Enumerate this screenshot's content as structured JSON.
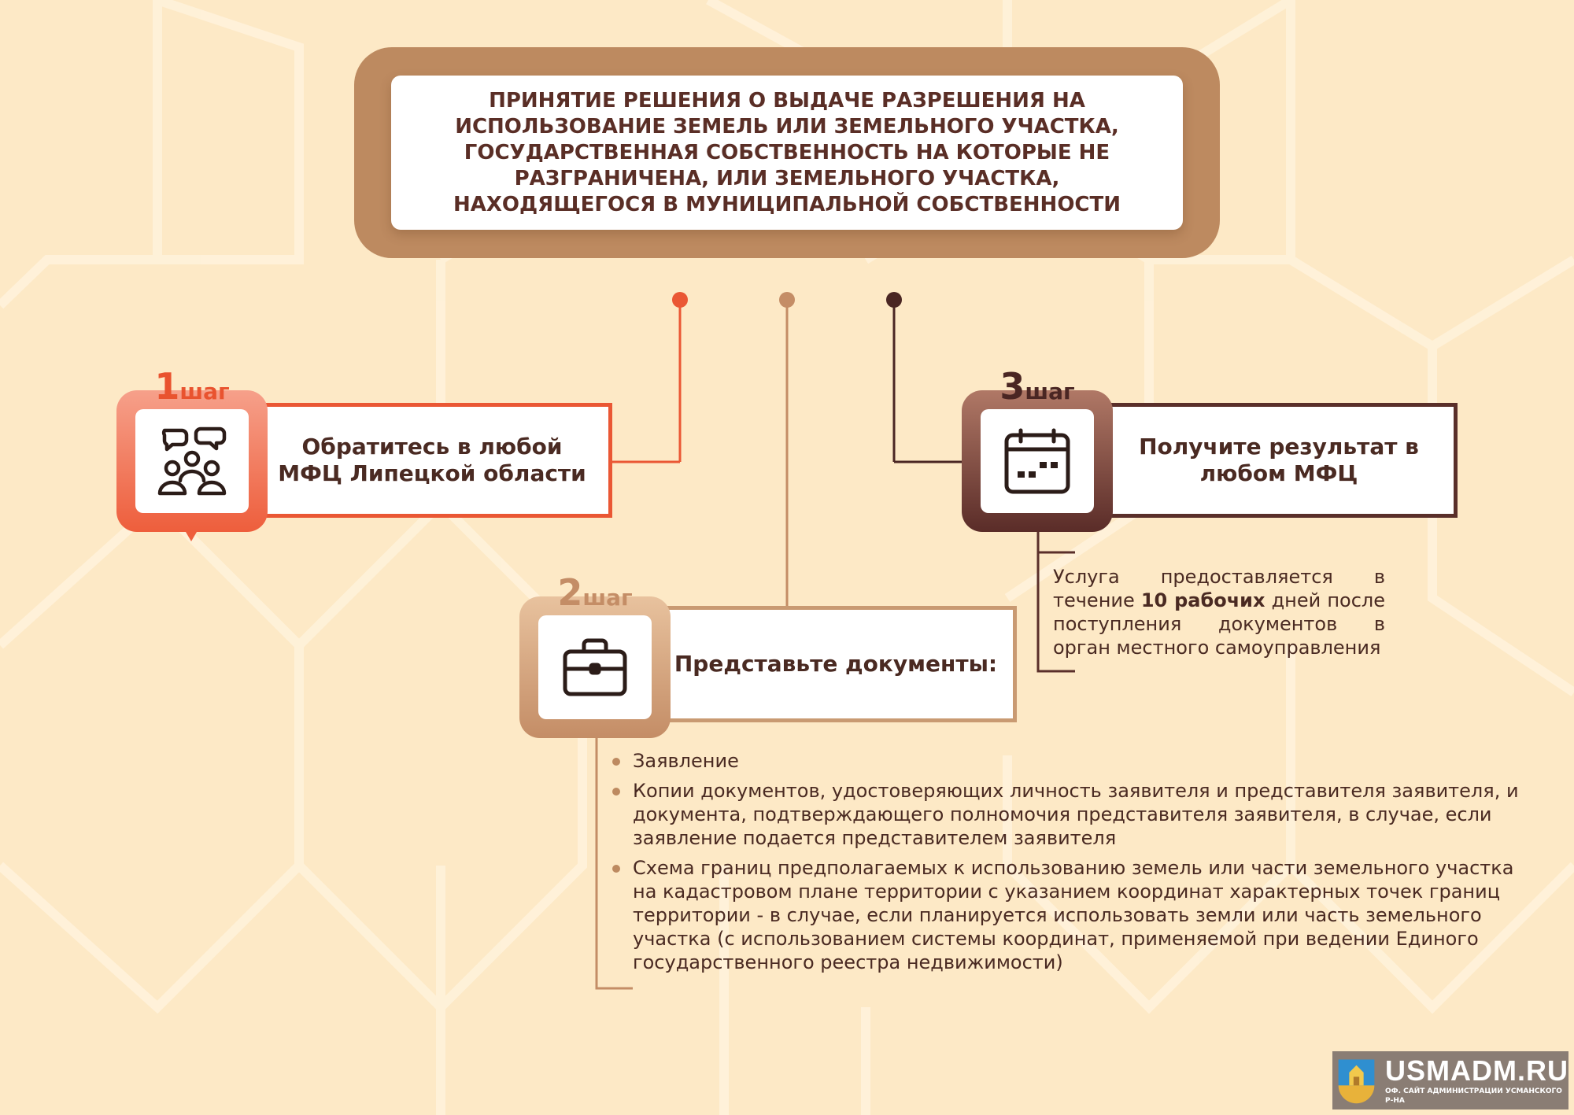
{
  "title": "Принятие решения о выдаче разрешения на использование земель или земельного участка, государственная собственность на которые не разграничена, или земельного участка, находящегося в муниципальной собственности",
  "steps": [
    {
      "number": "1",
      "word": "шаг",
      "label": "Обратитесь в любой МФЦ Липецкой области",
      "icon": "people-chat-icon",
      "color": "#ea5734"
    },
    {
      "number": "2",
      "word": "шаг",
      "label": "Представьте документы:",
      "icon": "briefcase-icon",
      "color": "#c99a72"
    },
    {
      "number": "3",
      "word": "шаг",
      "label": "Получите результат в любом МФЦ",
      "icon": "calendar-icon",
      "color": "#5a2f2a"
    }
  ],
  "documents": [
    "Заявление",
    "Копии документов, удостоверяющих личность заявителя и представителя заявителя, и документа, подтверждающего полномочия представителя заявителя, в случае, если заявление подается представителем заявителя",
    "Схема границ предполагаемых к использованию земель или части земельного участка на кадастровом плане территории с указанием координат характерных точек границ территории - в случае, если планируется использовать земли или часть земельного участка (с использованием системы координат, применяемой при ведении Единого государственного реестра недвижимости)"
  ],
  "note": {
    "before": "Услуга предоставляется в течение ",
    "bold": "10 рабочих",
    "after": " дней после поступления документов в орган местного самоуправления"
  },
  "logo": {
    "name": "USMADM.RU",
    "subtitle": "ОФ. САЙТ АДМИНИСТРАЦИИ УСМАНСКОГО Р-НА"
  }
}
